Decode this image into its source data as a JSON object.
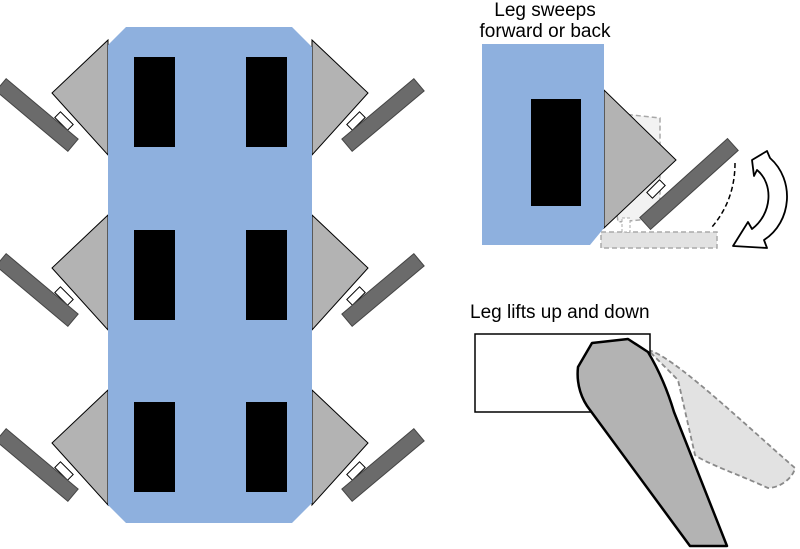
{
  "captions": {
    "sweep_line1": "Leg sweeps",
    "sweep_line2": "forward or back",
    "lift": "Leg lifts up and down"
  },
  "colors": {
    "body_blue": "#8eb0de",
    "motor_black": "#000000",
    "mount_gray": "#b3b3b3",
    "leg_dark_gray": "#6b6b6b",
    "ghost_gray": "#e2e2e2",
    "outline": "#000000"
  }
}
